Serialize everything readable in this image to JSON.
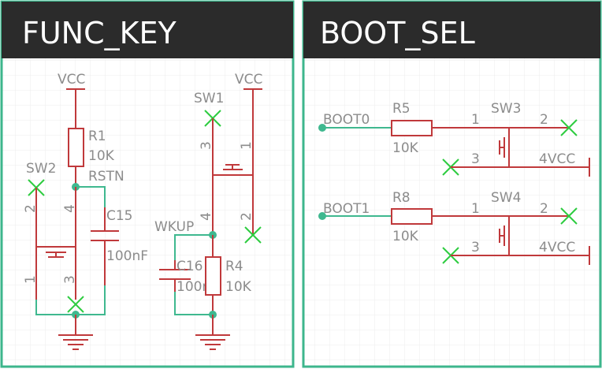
{
  "panels": {
    "left": {
      "title": "FUNC_KEY"
    },
    "right": {
      "title": "BOOT_SEL"
    }
  },
  "colors": {
    "header": "#2b2b2b",
    "frame": "#3db68c",
    "wire_red": "#c0393b",
    "wire_green": "#3fb88f",
    "no_connect": "#2ecc40",
    "label": "#8c8c8c",
    "grid": "#ececec"
  },
  "labels": {
    "vcc": "VCC",
    "sw1": "SW1",
    "sw2": "SW2",
    "sw3": "SW3",
    "sw4": "SW4",
    "r1": "R1",
    "r1_value": "10K",
    "rstn": "RSTN",
    "c15": "C15",
    "c15_value": "100nF",
    "wkup": "WKUP",
    "c16": "C16",
    "c16_value": "100nF",
    "r4": "R4",
    "r4_value": "10K",
    "boot0": "BOOT0",
    "boot1": "BOOT1",
    "r5": "R5",
    "r5_value": "10K",
    "r8": "R8",
    "r8_value": "10K",
    "pin1": "1",
    "pin2": "2",
    "pin3": "3",
    "pin4": "4",
    "pin4_vcc": "4VCC"
  }
}
